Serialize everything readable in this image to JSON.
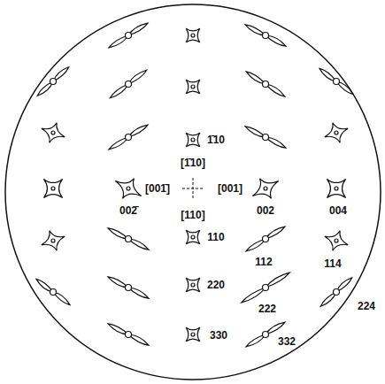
{
  "diagram": {
    "labels": [
      "1̄10",
      "[1̄10]",
      "[001̄]",
      "[001]",
      "[110]",
      "002̄",
      "002",
      "004",
      "110",
      "112",
      "114",
      "220",
      "222",
      "224",
      "330",
      "332"
    ]
  }
}
